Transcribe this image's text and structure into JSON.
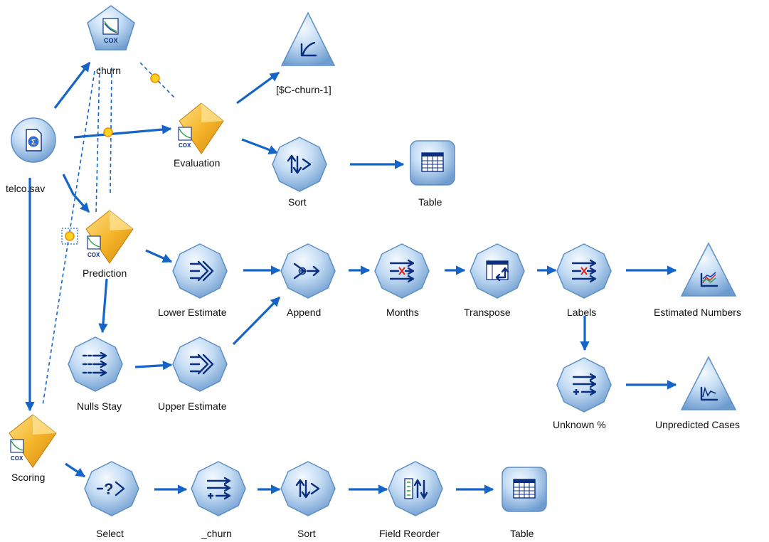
{
  "colors": {
    "connector": "#1565c8",
    "node_blue_light": "#dcebfa",
    "node_blue_mid": "#9cc4ec",
    "node_blue_dark": "#5d8fc6",
    "model_gold": "#f5b52a",
    "model_gold_dark": "#d48a10",
    "icon_ink": "#0b2f80",
    "link_flag": "#ffd21e"
  },
  "nodes": {
    "cox_model": {
      "label": "churn",
      "icon": "cox-modeling-node-icon",
      "badge": "COX"
    },
    "evaluation_graph": {
      "label": "[$C-churn-1]",
      "icon": "evaluation-graph-icon"
    },
    "source": {
      "label": "telco.sav",
      "icon": "statistics-file-source-icon"
    },
    "evaluation_model": {
      "label": "Evaluation",
      "icon": "cox-model-nugget-icon",
      "badge": "COX"
    },
    "sort_top": {
      "label": "Sort",
      "icon": "sort-icon"
    },
    "table_top": {
      "label": "Table",
      "icon": "table-icon"
    },
    "prediction_model": {
      "label": "Prediction",
      "icon": "cox-model-nugget-icon",
      "badge": "COX"
    },
    "lower_estimate": {
      "label": "Lower Estimate",
      "icon": "derive-icon"
    },
    "append": {
      "label": "Append",
      "icon": "append-icon"
    },
    "months": {
      "label": "Months",
      "icon": "filter-icon"
    },
    "transpose": {
      "label": "Transpose",
      "icon": "transpose-icon"
    },
    "labels": {
      "label": "Labels",
      "icon": "filter-icon"
    },
    "estimated_numbers": {
      "label": "Estimated Numbers",
      "icon": "multiplot-graph-icon"
    },
    "nulls_stay": {
      "label": "Nulls Stay",
      "icon": "filler-icon"
    },
    "upper_estimate": {
      "label": "Upper Estimate",
      "icon": "derive-icon"
    },
    "unknown_pct": {
      "label": "Unknown %",
      "icon": "derive-plus-icon"
    },
    "unpredicted_cases": {
      "label": "Unpredicted Cases",
      "icon": "line-graph-icon"
    },
    "scoring_model": {
      "label": "Scoring",
      "icon": "cox-model-nugget-icon",
      "badge": "COX"
    },
    "select": {
      "label": "Select",
      "icon": "select-icon"
    },
    "churn_derive": {
      "label": "_churn",
      "icon": "derive-plus-icon"
    },
    "sort_bottom": {
      "label": "Sort",
      "icon": "sort-icon"
    },
    "field_reorder": {
      "label": "Field Reorder",
      "icon": "field-reorder-icon"
    },
    "table_bottom": {
      "label": "Table",
      "icon": "table-icon"
    }
  }
}
